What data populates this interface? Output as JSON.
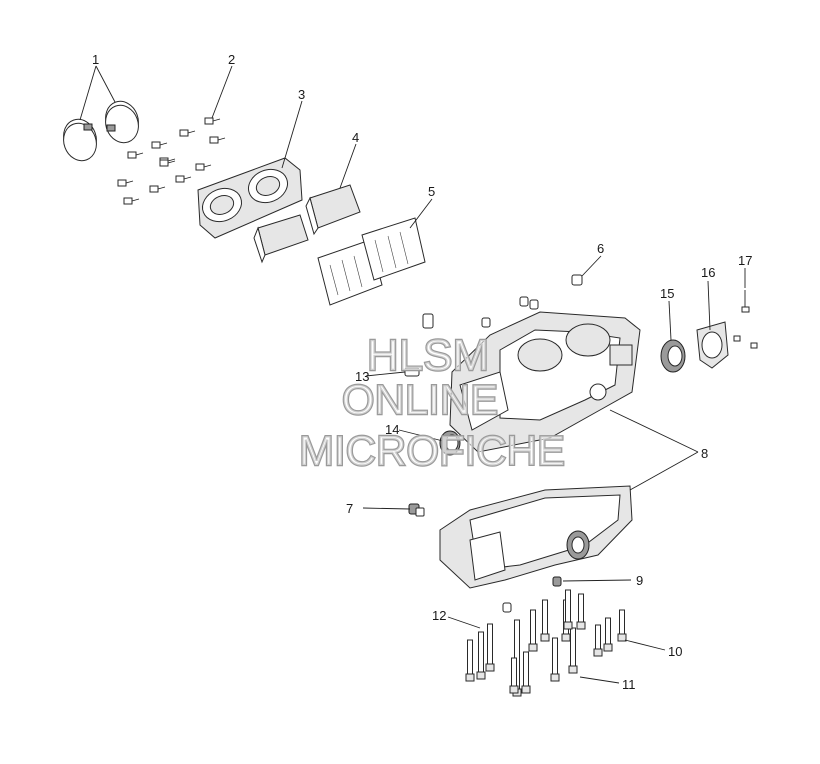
{
  "callouts": {
    "c1": "1",
    "c2": "2",
    "c3": "3",
    "c4": "4",
    "c5": "5",
    "c6": "6",
    "c7": "7",
    "c8": "8",
    "c9": "9",
    "c10": "10",
    "c11": "11",
    "c12": "12",
    "c13": "13",
    "c14": "14",
    "c15": "15",
    "c16": "16",
    "c17": "17"
  },
  "watermark": {
    "line1": "HLSM",
    "line2": "ONLINE",
    "line3": "MICROFICHE",
    "color": "#9a9a9a"
  }
}
